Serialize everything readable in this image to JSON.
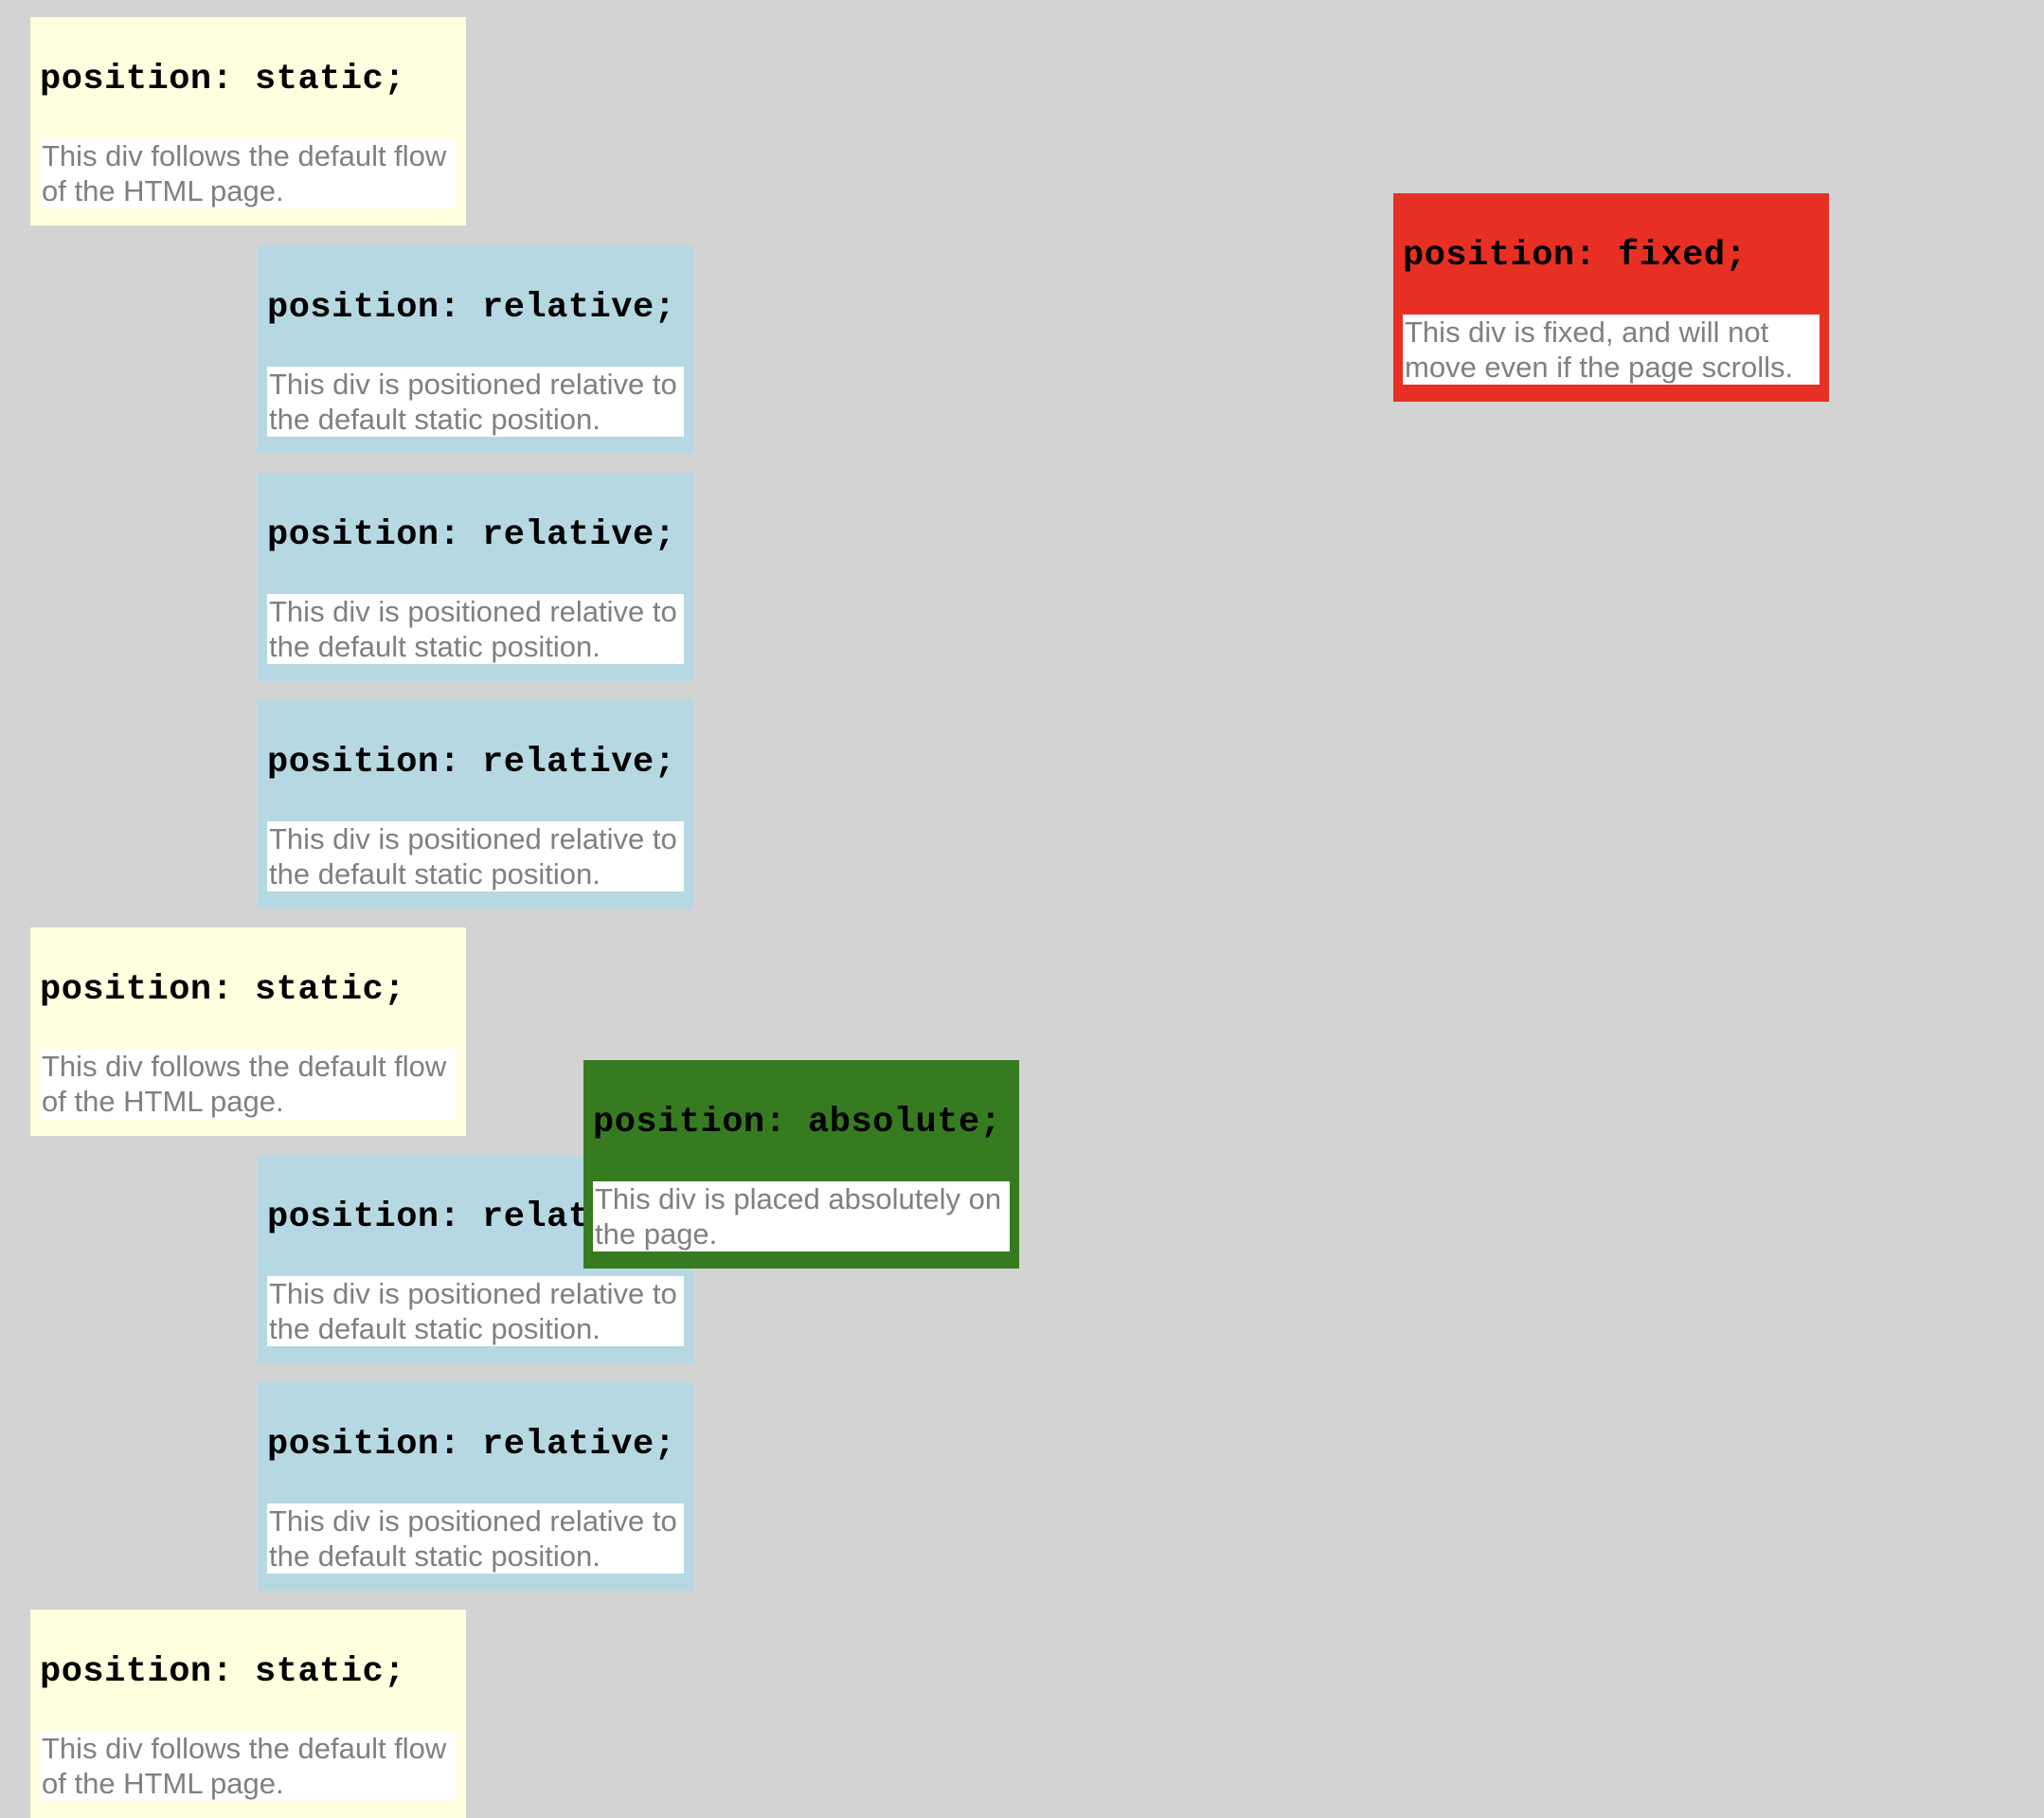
{
  "static_box": {
    "heading": "position: static;",
    "text": "This div follows the default flow of the HTML page."
  },
  "relative_box": {
    "heading": "position: relative;",
    "text": "This div is positioned relative to the default static position."
  },
  "absolute_box": {
    "heading": "position: absolute;",
    "text": "This div is placed absolutely on the page."
  },
  "fixed_box": {
    "heading": "position: fixed;",
    "text": "This div is fixed, and will not move even if the page scrolls."
  },
  "colors": {
    "page_background": "#d3d3d3",
    "static": "#ffffe0",
    "relative": "#b6d8e2",
    "fixed": "#e73023",
    "absolute": "#377b21",
    "text_background": "#ffffff",
    "text_color": "#808080"
  }
}
